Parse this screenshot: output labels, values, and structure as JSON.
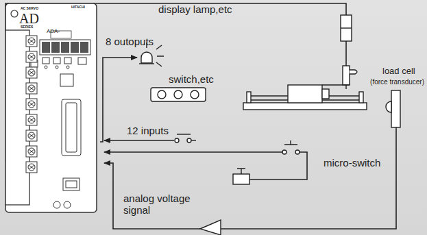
{
  "diagram": {
    "nodes": [
      {
        "text": [
          "AC SERVO",
          "AD",
          "SERIES",
          "ADA-",
          "HITACHI"
        ]
      }
    ],
    "labels": [
      "display lamp,etc",
      "8 outoputs",
      "switch,etc",
      "12 inputs",
      "micro-switch",
      "load cell",
      "(force transducer)",
      "analog voltage signal"
    ]
  }
}
